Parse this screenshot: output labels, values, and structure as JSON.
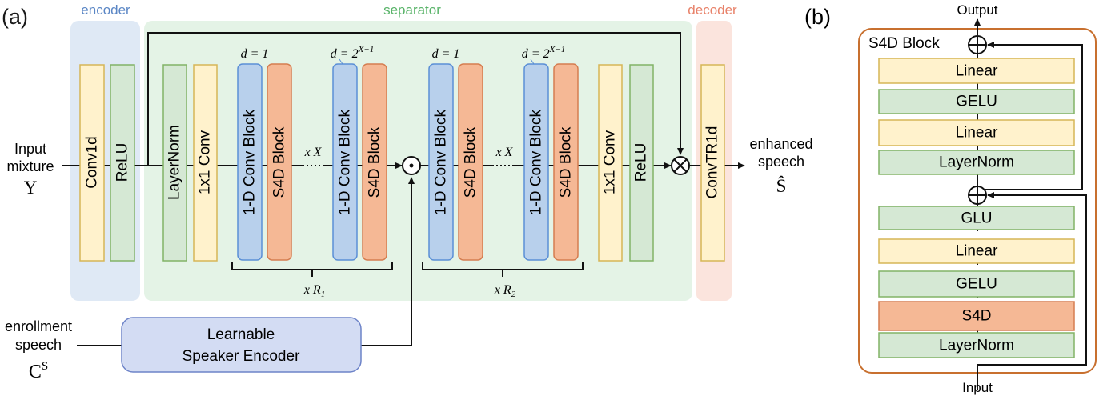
{
  "panel_a": {
    "label": "(a)",
    "groups": {
      "encoder": "encoder",
      "separator": "separator",
      "decoder": "decoder"
    },
    "input": {
      "line1": "Input",
      "line2": "mixture",
      "symbol": "Y"
    },
    "output": {
      "line1": "enhanced",
      "line2": "speech",
      "symbol": "Ŝ"
    },
    "enrollment": {
      "line1": "enrollment",
      "line2": "speech",
      "symbol": "C",
      "superscript": "S"
    },
    "blocks": {
      "conv1d": "Conv1d",
      "relu_enc": "ReLU",
      "layernorm": "LayerNorm",
      "conv1x1_in": "1x1 Conv",
      "conv_block": "1-D Conv Block",
      "s4d_block": "S4D Block",
      "conv1x1_out": "1x1 Conv",
      "relu_out": "ReLU",
      "convtr1d": "ConvTR1d"
    },
    "dilation_first": "d = 1",
    "dilation_last_base": "d = 2",
    "dilation_last_exp": "X−1",
    "repeat_x": "x X",
    "repeat_r1": "x R",
    "repeat_r1_sub": "1",
    "repeat_r2": "x R",
    "repeat_r2_sub": "2",
    "speaker_encoder": {
      "line1": "Learnable",
      "line2": "Speaker Encoder"
    },
    "ops": {
      "hadamard": "⊙",
      "multiply": "⊗"
    }
  },
  "panel_b": {
    "label": "(b)",
    "title": "S4D Block",
    "output": "Output",
    "input": "Input",
    "layers_top": [
      "Linear",
      "GELU",
      "Linear",
      "LayerNorm"
    ],
    "layers_bottom": [
      "GLU",
      "Linear",
      "GELU",
      "S4D",
      "LayerNorm"
    ],
    "add_symbol": "⊕"
  },
  "colors": {
    "yellow_fill": "#fff2cc",
    "yellow_stroke": "#d6b656",
    "green_fill": "#d5e8d4",
    "green_stroke": "#82b366",
    "blue_fill": "#b8d0ec",
    "blue_stroke": "#5b8fd6",
    "orange_fill": "#f5b895",
    "orange_stroke": "#d57d50",
    "encoder_bg": "#dfe9f5",
    "separator_bg": "#e4f3e6",
    "decoder_bg": "#fbe4dd",
    "encoder_text": "#5a86c5",
    "separator_text": "#58b368",
    "decoder_text": "#e8826a",
    "panel_b_border": "#c8702f",
    "speaker_fill": "#d3dcf3",
    "speaker_stroke": "#6d83c8"
  }
}
